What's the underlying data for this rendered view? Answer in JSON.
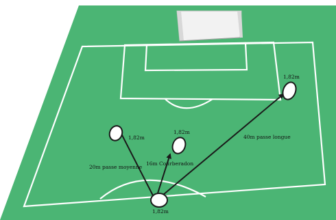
{
  "colors": {
    "pitch": "#4bb574",
    "lines": "#ffffff",
    "player_fill": "#ffffff",
    "player_stroke": "#1a1a1a",
    "arrow": "#1a1a1a",
    "goal_frame": "#ffffff",
    "goal_shadow": "#bdbdbd"
  },
  "players": [
    {
      "id": "origin",
      "label": "1,82m"
    },
    {
      "id": "left",
      "label": "1,82m"
    },
    {
      "id": "center",
      "label": "1,82m"
    },
    {
      "id": "right",
      "label": "1,82m"
    }
  ],
  "passes": [
    {
      "from": "origin",
      "to": "left",
      "label": "20m passe moyenne"
    },
    {
      "from": "origin",
      "to": "center",
      "label": "16m Courberadon"
    },
    {
      "from": "origin",
      "to": "right",
      "label": "40m passe longue"
    }
  ]
}
